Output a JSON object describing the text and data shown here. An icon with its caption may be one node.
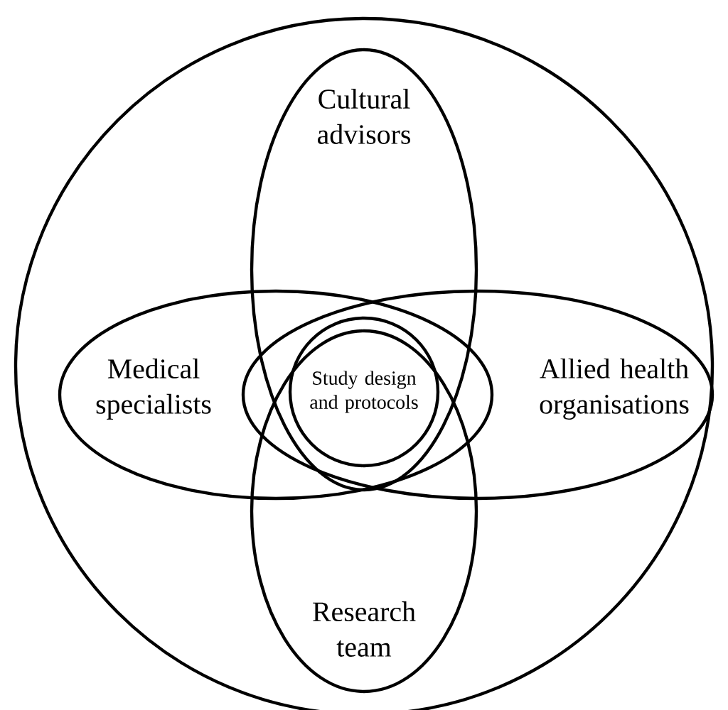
{
  "diagram": {
    "nodes": [
      {
        "text": [],
        "shape": "circle"
      },
      {
        "text": [
          "Cultural advisors"
        ],
        "in": 0
      },
      {
        "text": [
          "Medical specialists"
        ],
        "in": 0
      },
      {
        "text": [
          "Allied health organisations"
        ],
        "in": 0
      },
      {
        "text": [
          "Research team"
        ],
        "in": 0
      },
      {
        "text": [
          "Study design and protocols"
        ]
      }
    ]
  }
}
